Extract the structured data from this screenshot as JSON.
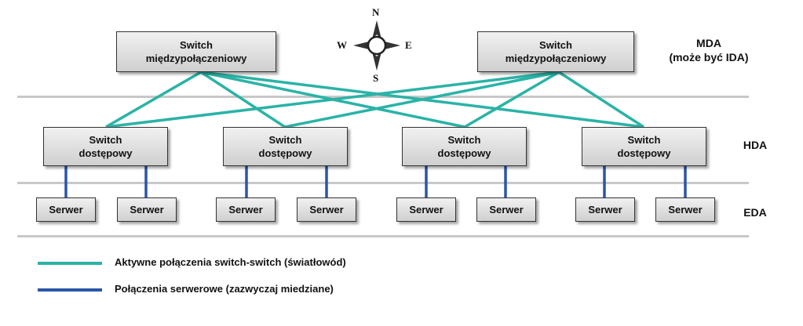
{
  "colors": {
    "fiber": "#2ab3a6",
    "copper": "#2a55a8",
    "lane": "#c8c8c8"
  },
  "compass": {
    "n": "N",
    "s": "S",
    "e": "E",
    "w": "W"
  },
  "core_switches": [
    {
      "line1": "Switch",
      "line2": "międzypołączeniowy"
    },
    {
      "line1": "Switch",
      "line2": "międzypołączeniowy"
    }
  ],
  "access_switches": [
    {
      "line1": "Switch",
      "line2": "dostępowy"
    },
    {
      "line1": "Switch",
      "line2": "dostępowy"
    },
    {
      "line1": "Switch",
      "line2": "dostępowy"
    },
    {
      "line1": "Switch",
      "line2": "dostępowy"
    }
  ],
  "servers": [
    "Serwer",
    "Serwer",
    "Serwer",
    "Serwer",
    "Serwer",
    "Serwer",
    "Serwer",
    "Serwer"
  ],
  "zones": {
    "mda_line1": "MDA",
    "mda_line2": "(może być IDA)",
    "hda": "HDA",
    "eda": "EDA"
  },
  "legend": {
    "fiber": "Aktywne połączenia switch-switch (światłowód)",
    "copper": "Połączenia serwerowe (zazwyczaj miedziane)"
  }
}
